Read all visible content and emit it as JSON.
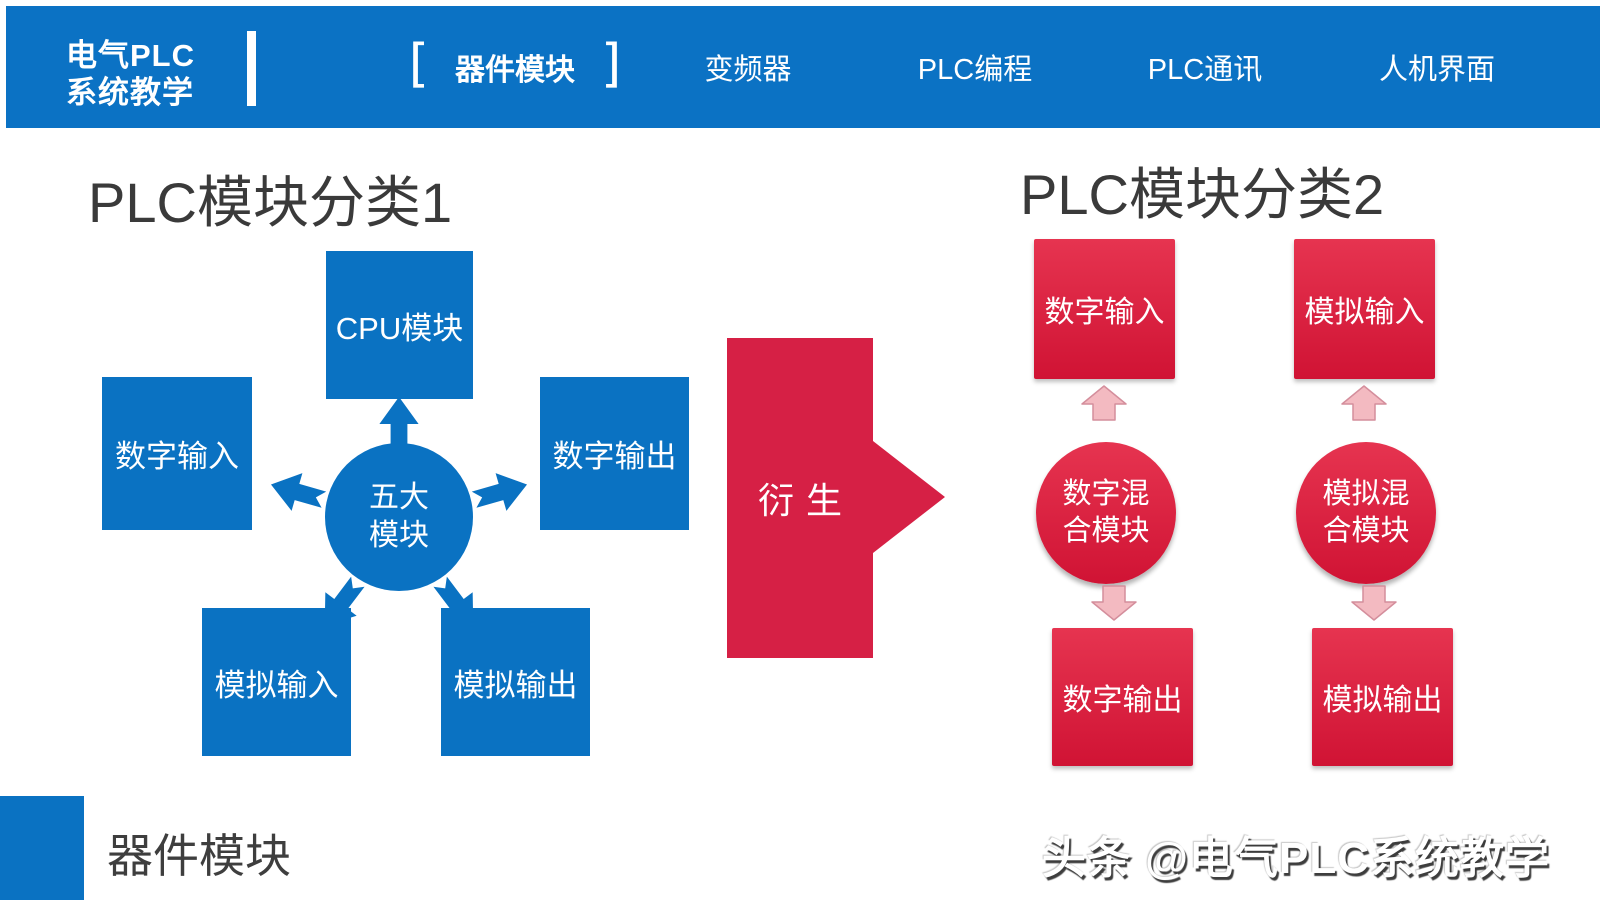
{
  "colors": {
    "header_blue": "#0b72c4",
    "shape_blue": "#0a72c2",
    "red_flat": "#d62045",
    "red_gradient_top": "#e63450",
    "red_gradient_bottom": "#d01334",
    "pink_arrow": "#f3bac1",
    "title_text": "#3a3a3a"
  },
  "header": {
    "logo_line1": "电气PLC",
    "logo_line2": "系统教学",
    "bracket_left": "[",
    "bracket_right": "]",
    "nav": [
      {
        "label": "器件模块",
        "active": true
      },
      {
        "label": "变频器",
        "active": false
      },
      {
        "label": "PLC编程",
        "active": false
      },
      {
        "label": "PLC通讯",
        "active": false
      },
      {
        "label": "人机界面",
        "active": false
      }
    ]
  },
  "diagram1": {
    "title": "PLC模块分类1",
    "center_circle": {
      "line1": "五大",
      "line2": "模块"
    },
    "boxes": {
      "top": "CPU模块",
      "left": "数字输入",
      "right": "数字输出",
      "bottom_left": "模拟输入",
      "bottom_right": "模拟输出"
    }
  },
  "connector": {
    "label": "衍生"
  },
  "diagram2": {
    "title": "PLC模块分类2",
    "columns": [
      {
        "top": "数字输入",
        "circle_line1": "数字混",
        "circle_line2": "合模块",
        "bottom": "数字输出"
      },
      {
        "top": "模拟输入",
        "circle_line1": "模拟混",
        "circle_line2": "合模块",
        "bottom": "模拟输出"
      }
    ]
  },
  "footer": {
    "section_label": "器件模块",
    "watermark": "头条 @电气PLC系统教学"
  }
}
